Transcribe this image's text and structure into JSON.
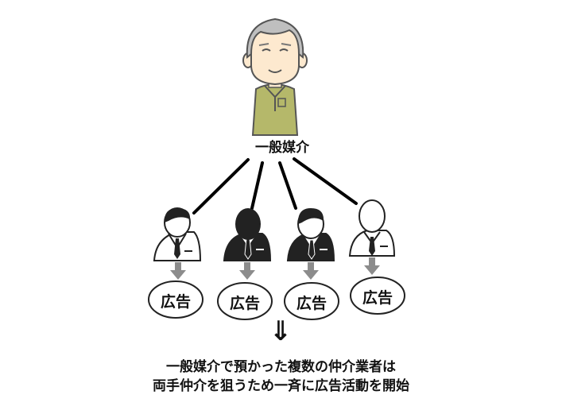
{
  "owner_label": "一般媒介",
  "agents": [
    {
      "role": "agent-light",
      "ad_label": "広告"
    },
    {
      "role": "agent-dark",
      "ad_label": "広告"
    },
    {
      "role": "agent-dark-2",
      "ad_label": "広告"
    },
    {
      "role": "agent-outline",
      "ad_label": "広告"
    }
  ],
  "implies_symbol": "⇓",
  "caption": {
    "line1": "一般媒介で預かった複数の仲介業者は",
    "line2": "両手仲介を狙うため一斉に広告活動を開始"
  },
  "colors": {
    "shirt": "#b5b86a",
    "skin": "#fde9cf",
    "hair": "#bfbfbf",
    "suit_dark": "#222222",
    "arrow_gray": "#8c8c8c"
  }
}
